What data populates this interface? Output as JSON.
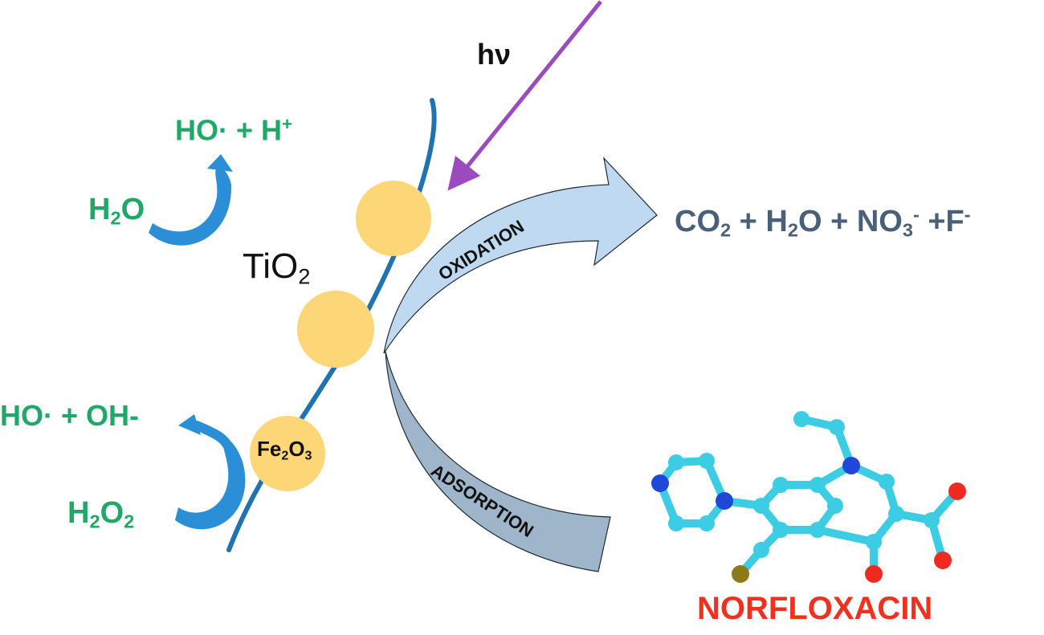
{
  "light": {
    "label": "hν"
  },
  "reactions": {
    "top_product": "HO· + H",
    "top_product_sup": "+",
    "top_reactant_main": "H",
    "top_reactant_sub": "2",
    "top_reactant_tail": "O",
    "bottom_product": "HO· + OH-",
    "bottom_reactant_main": "H",
    "bottom_reactant_sub1": "2",
    "bottom_reactant_mid": "O",
    "bottom_reactant_sub2": "2"
  },
  "catalyst": {
    "tio2_main": "TiO",
    "tio2_sub": "2",
    "fe2o3_a": "Fe",
    "fe2o3_sub1": "2",
    "fe2o3_b": "O",
    "fe2o3_sub2": "3"
  },
  "processes": {
    "oxidation": "OXIDATION",
    "adsorption": "ADSORPTION"
  },
  "products": {
    "co2": "CO",
    "co2_sub": "2",
    "plus1": " + H",
    "h2o_sub": "2",
    "h2o_tail": "O + NO",
    "no3_sub": "3",
    "no3_sup": "-",
    "fluoride": " +F",
    "f_sup": "-"
  },
  "molecule": {
    "name": "NORFLOXACIN"
  },
  "colors": {
    "reaction_green": "#1fa867",
    "fiber_blue": "#1f73b0",
    "light_purple": "#9b4bbd",
    "particle_yellow": "#fcd677",
    "arrow_light_blue": "#bfdaf0",
    "arrow_slate": "#9fb5c9",
    "molecule_red": "#f1311f"
  }
}
